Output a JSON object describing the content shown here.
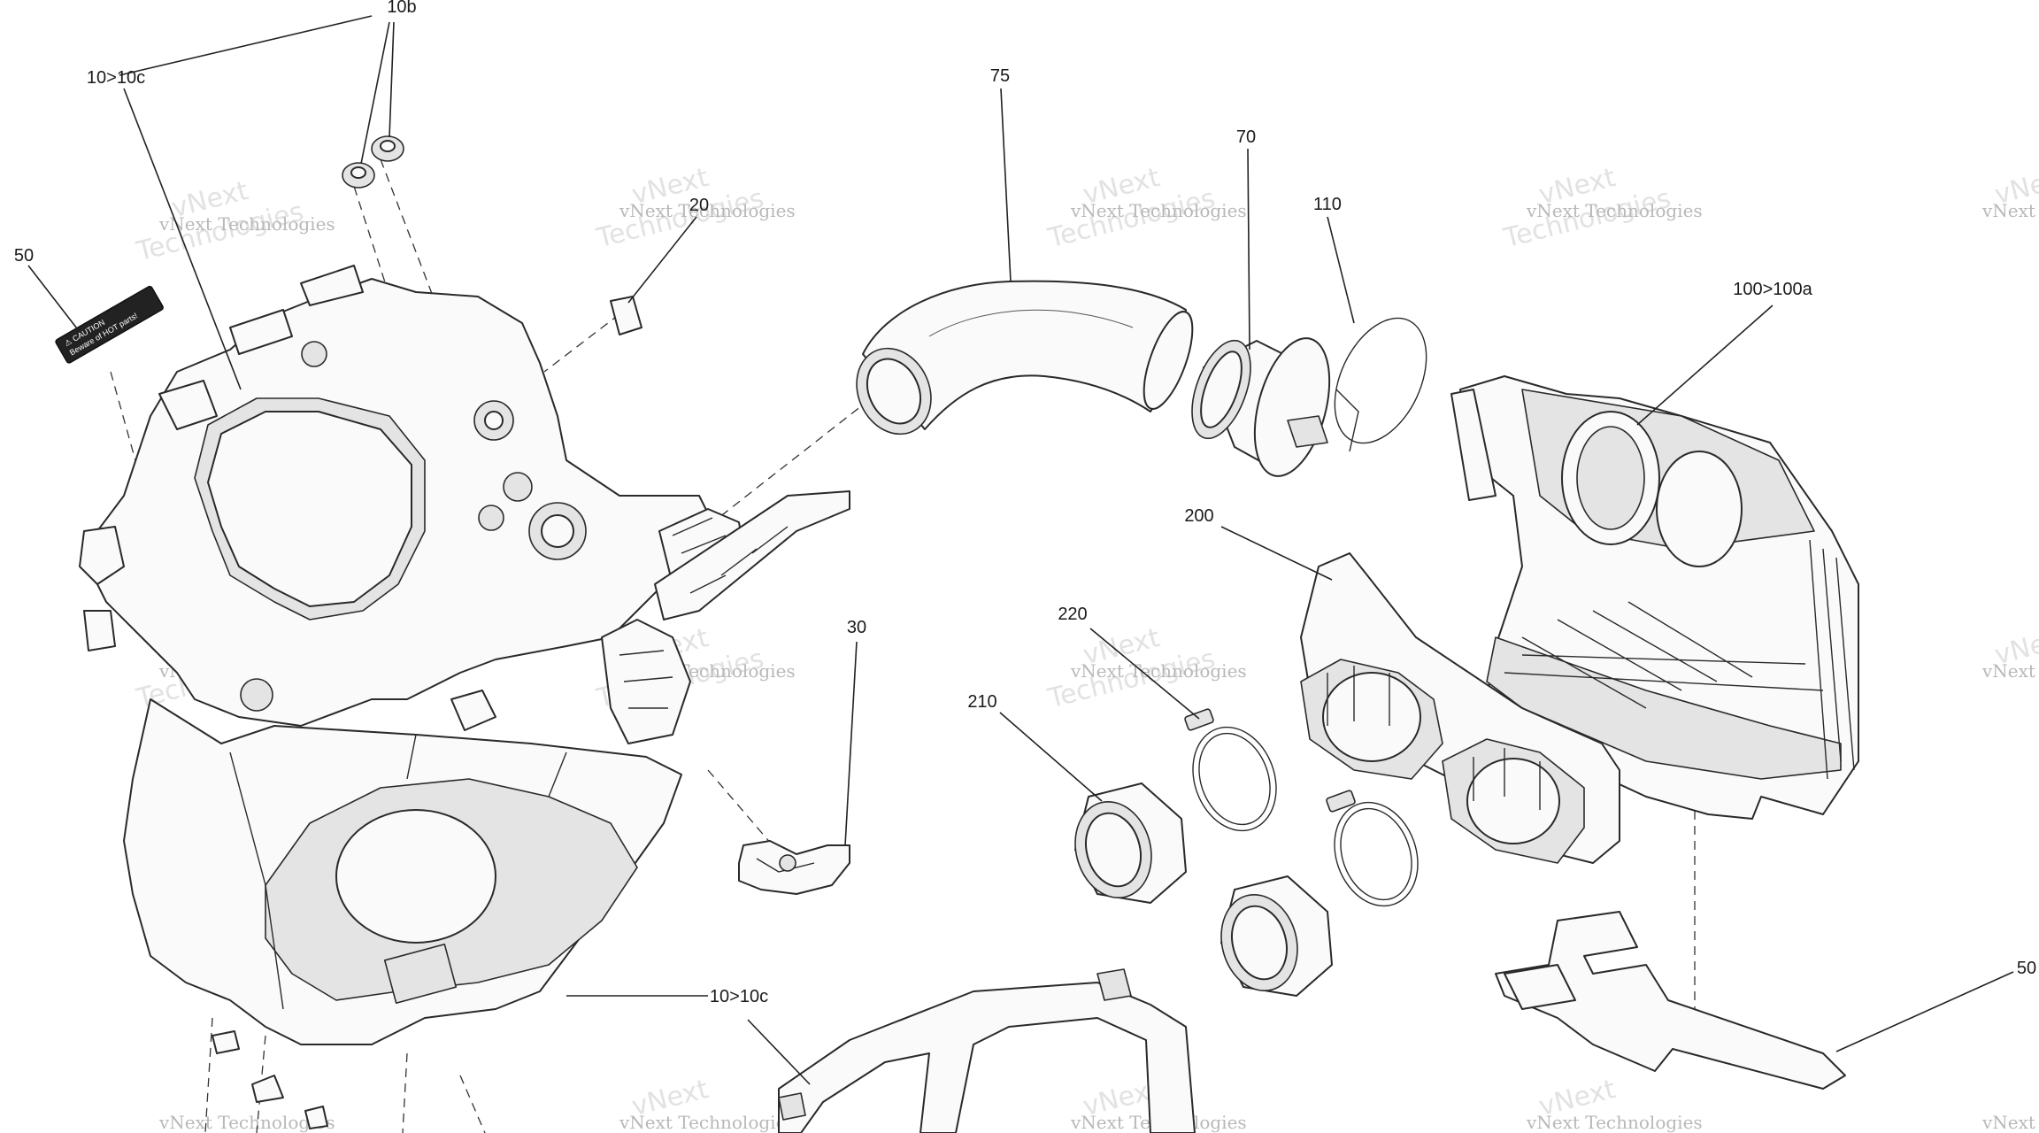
{
  "callouts": {
    "c10b": "10b",
    "c10_10c_top": "10>10c",
    "c50_left": "50",
    "c20": "20",
    "c75": "75",
    "c70": "70",
    "c110": "110",
    "c100_100a": "100>100a",
    "c200": "200",
    "c220": "220",
    "c210": "210",
    "c30": "30",
    "c10_10c_bottom": "10>10c",
    "c50_right": "50"
  },
  "watermark": {
    "small": "vNext Technologies",
    "large_line1": "vNext",
    "large_line2": "Technologies"
  },
  "decal": {
    "line1": "⚠ CAUTION",
    "line2": "Beware of HOT parts!"
  }
}
